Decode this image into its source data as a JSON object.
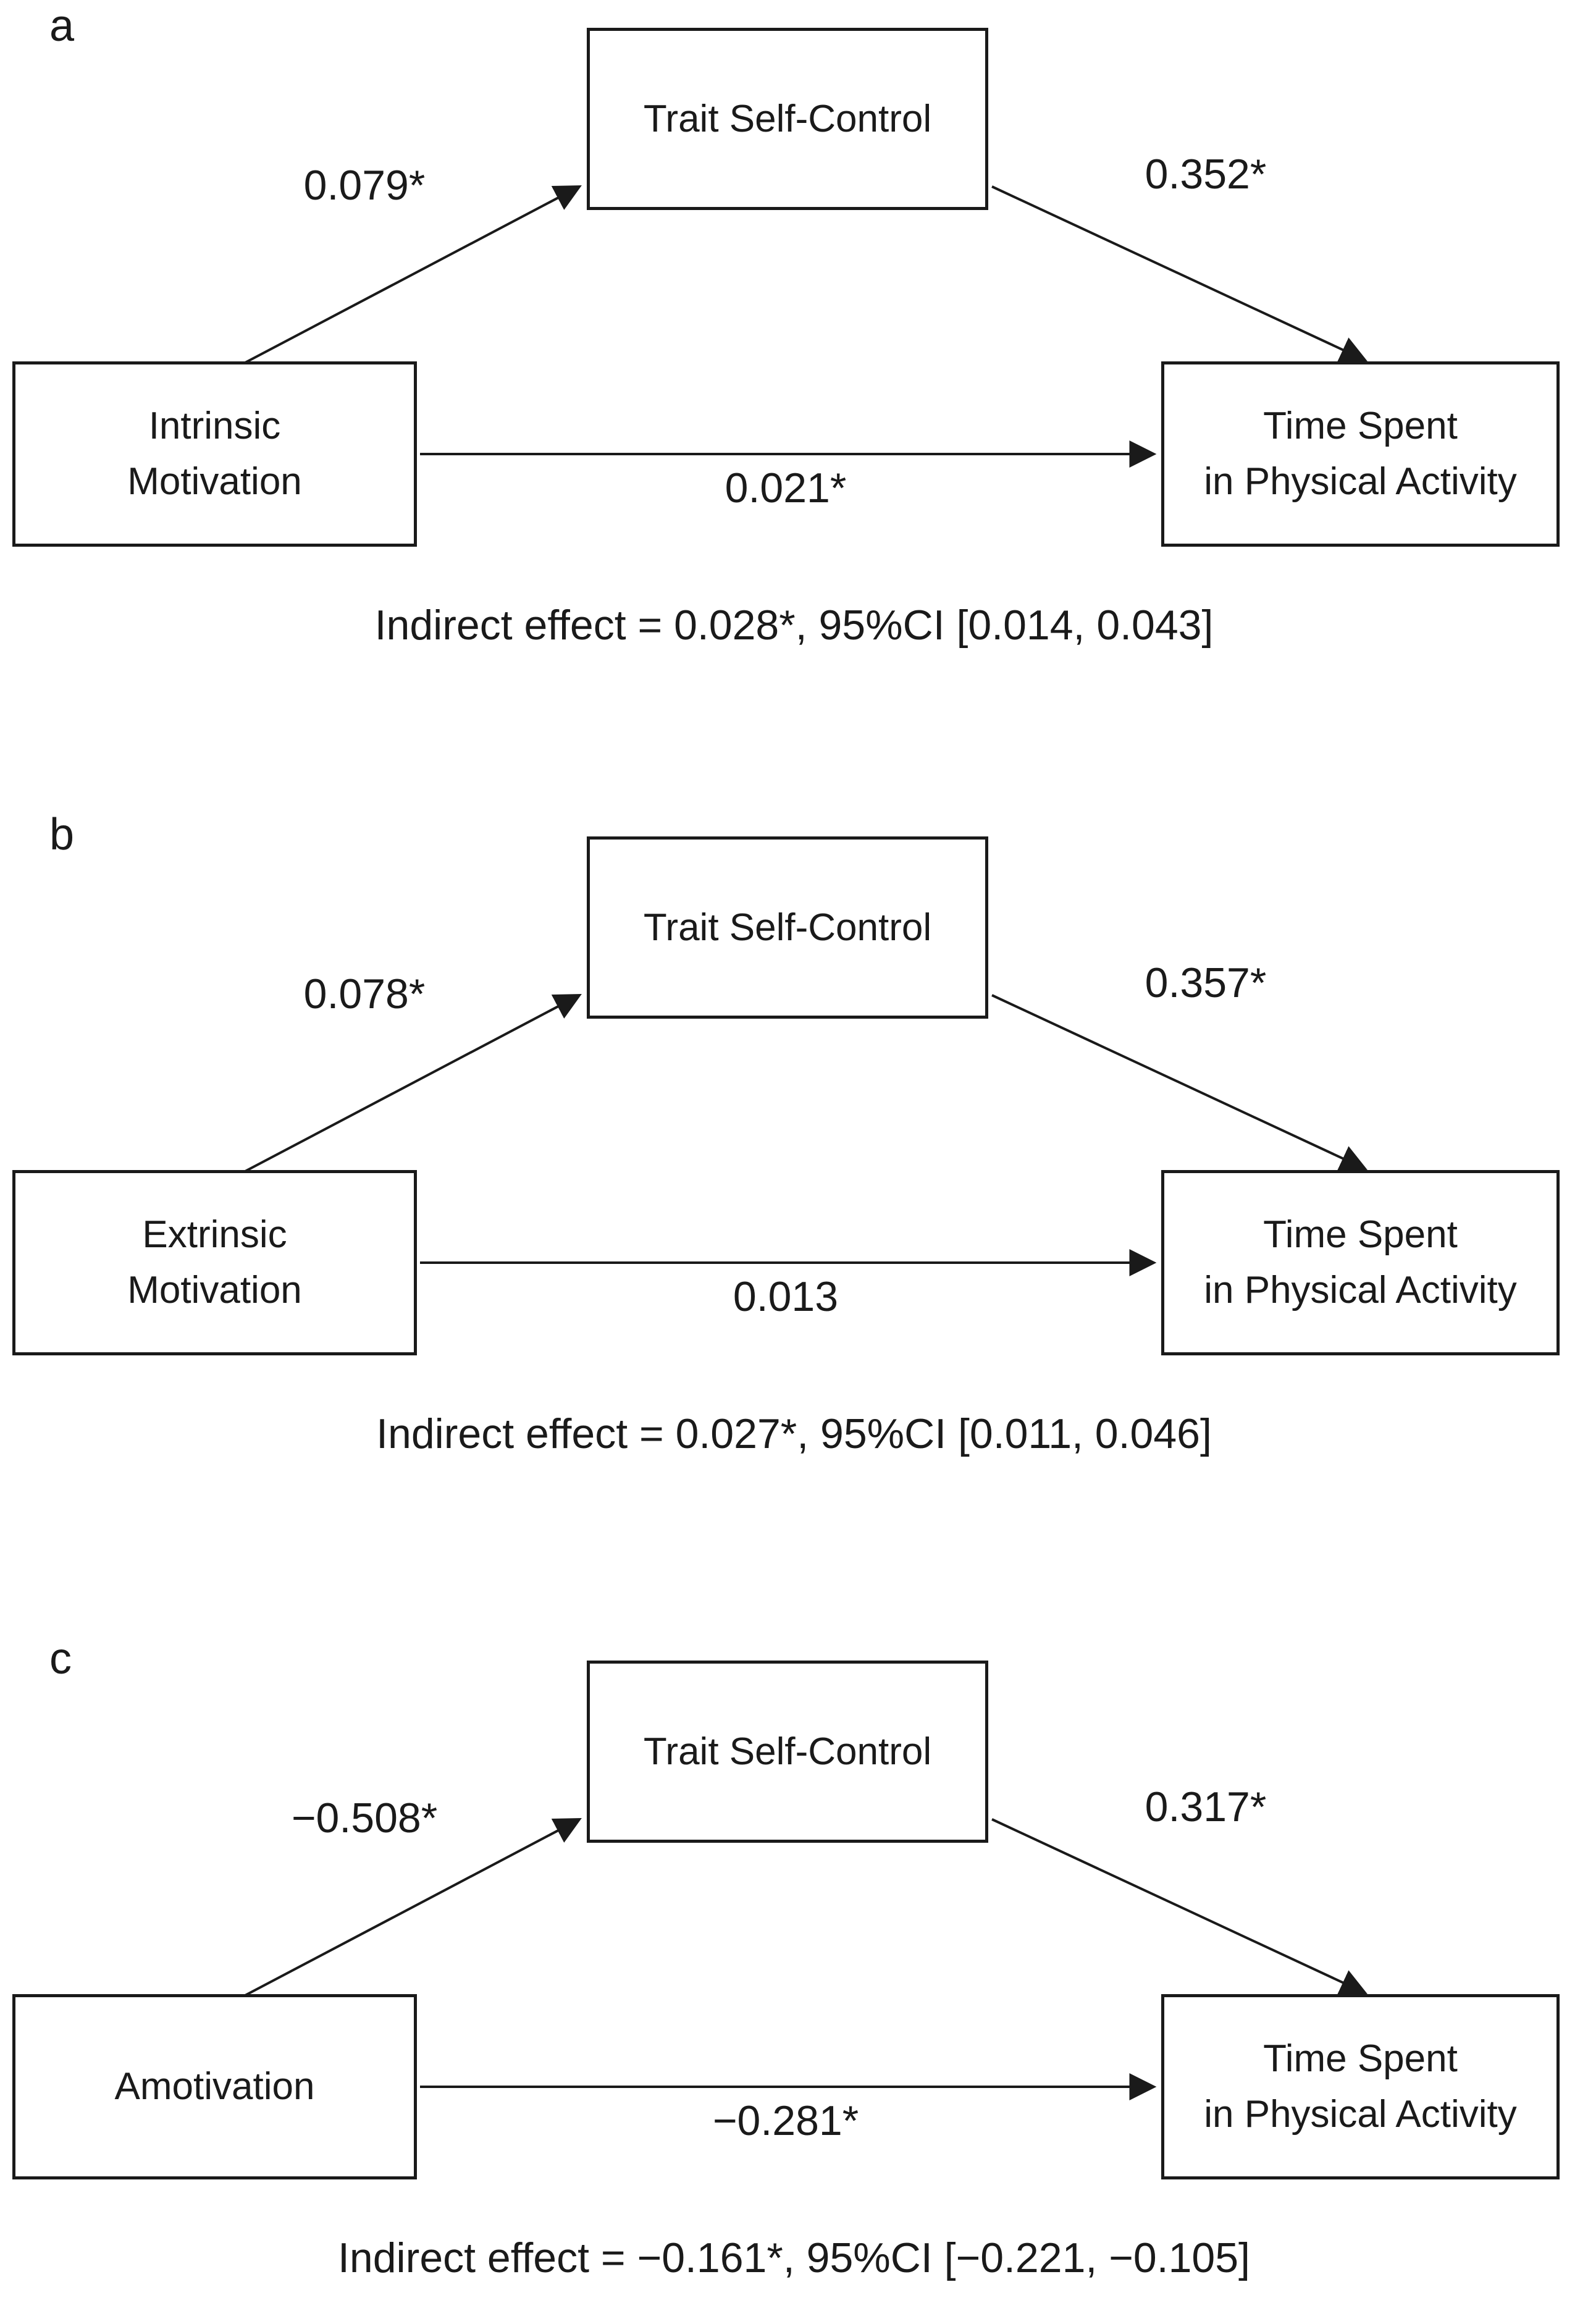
{
  "diagram": {
    "title_hint": "Mediation models of motivation types on time spent in physical activity via trait self-control",
    "colors": {
      "ink": "#1a1a1a",
      "background": "#ffffff"
    },
    "panels": [
      {
        "label": "a",
        "mediator": "Trait Self-Control",
        "predictor_lines": [
          "Intrinsic",
          "Motivation"
        ],
        "outcome_lines": [
          "Time Spent",
          "in Physical Activity"
        ],
        "path_a": "0.079*",
        "path_b": "0.352*",
        "path_c": "0.021*",
        "indirect": "Indirect effect = 0.028*, 95%CI [0.014, 0.043]"
      },
      {
        "label": "b",
        "mediator": "Trait Self-Control",
        "predictor_lines": [
          "Extrinsic",
          "Motivation"
        ],
        "outcome_lines": [
          "Time Spent",
          "in Physical Activity"
        ],
        "path_a": "0.078*",
        "path_b": "0.357*",
        "path_c": "0.013",
        "indirect": "Indirect effect = 0.027*, 95%CI [0.011, 0.046]"
      },
      {
        "label": "c",
        "mediator": "Trait Self-Control",
        "predictor_lines": [
          "Amotivation"
        ],
        "outcome_lines": [
          "Time Spent",
          "in Physical Activity"
        ],
        "path_a": "−0.508*",
        "path_b": "0.317*",
        "path_c": "−0.281*",
        "indirect": "Indirect effect = −0.161*, 95%CI [−0.221, −0.105]"
      }
    ]
  }
}
